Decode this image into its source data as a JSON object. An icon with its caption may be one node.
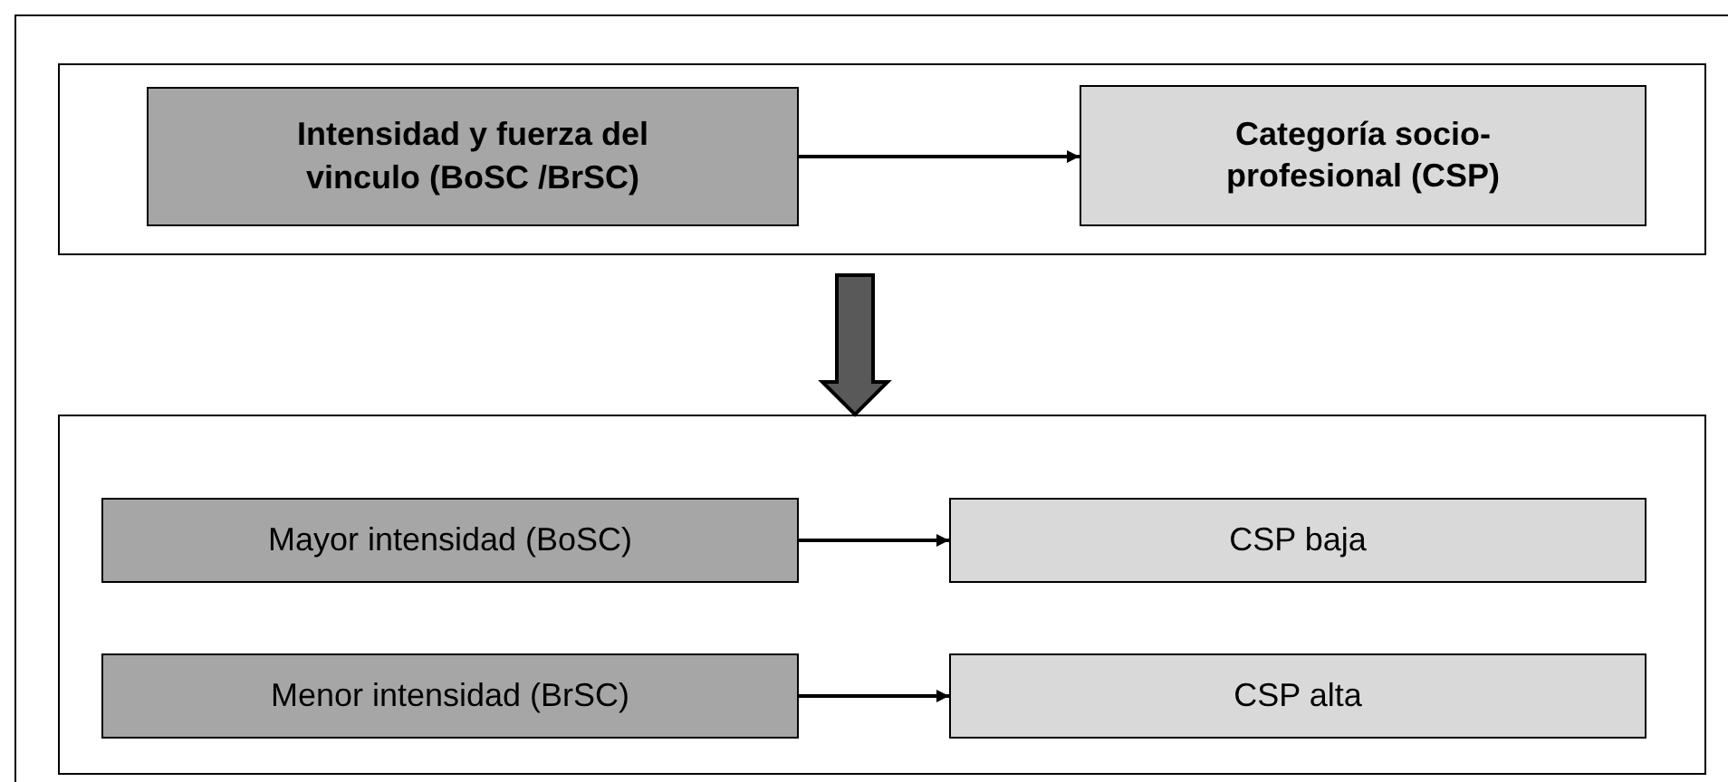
{
  "diagram": {
    "nodes": [
      {
        "text": [],
        "shape": "box"
      },
      {
        "text": [
          "Intensidad y fuerza del vinculo (BoSC /BrSC)"
        ],
        "in": 0
      },
      {
        "text": [
          "Categoría socio-profesional (CSP)"
        ],
        "in": 0
      },
      {
        "text": [],
        "shape": "box"
      },
      {
        "text": [
          "Mayor intensidad (BoSC)"
        ],
        "in": 3
      },
      {
        "text": [
          "CSP baja"
        ],
        "in": 3
      },
      {
        "text": [
          "Menor intensidad (BrSC)"
        ],
        "in": 3
      },
      {
        "text": [
          "CSP alta"
        ],
        "in": 3
      }
    ],
    "edges": [
      {
        "from": 1,
        "to": 2,
        "arrow": "to"
      },
      {
        "from": 0,
        "to": 3,
        "arrow": "to",
        "style": "thick",
        "color": "#595959"
      },
      {
        "from": 4,
        "to": 5,
        "arrow": "to"
      },
      {
        "from": 6,
        "to": 7,
        "arrow": "to"
      }
    ]
  }
}
